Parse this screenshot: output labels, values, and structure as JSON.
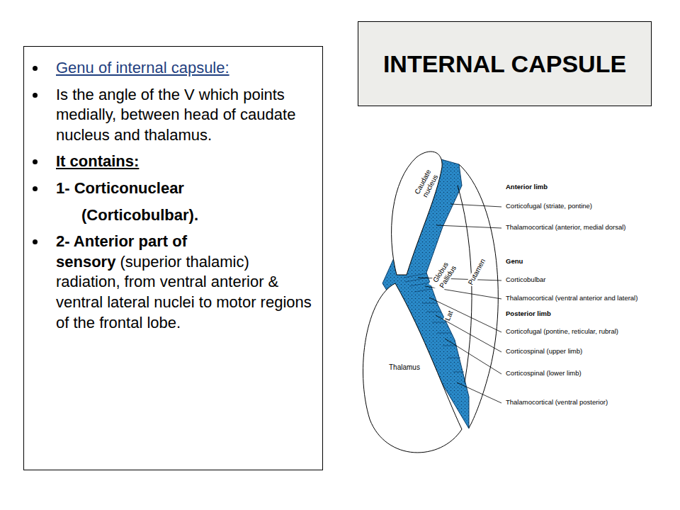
{
  "diagram": {
    "nodes": [
      {
        "text": [
          "INTERNAL CAPSULE"
        ]
      },
      {
        "text": [
          "Genu of internal capsule:",
          "Is the angle of the V which points medially, between head of caudate nucleus and thalamus.",
          "It contains:",
          "1- Corticonuclear",
          "(Corticobulbar).",
          "2- Anterior part of sensory",
          "(superior thalamic) radiation, from ventral anterior & ventral lateral nuclei to motor regions of the frontal lobe."
        ]
      }
    ],
    "labels": [
      "Caudate nucleus",
      "Globus Pallidus",
      "Putamen",
      "Lat",
      "Thalamus",
      "Anterior limb",
      "Corticofugal (striate, pontine)",
      "Thalamocortical (anterior, medial dorsal)",
      "Genu",
      "Corticobulbar",
      "Thalamocortical (ventral anterior and lateral)",
      "Posterior limb",
      "Corticofugal (pontine, reticular, rubral)",
      "Corticospinal (upper limb)",
      "Corticospinal (lower limb)",
      "Thalamocortical (ventral posterior)"
    ]
  }
}
